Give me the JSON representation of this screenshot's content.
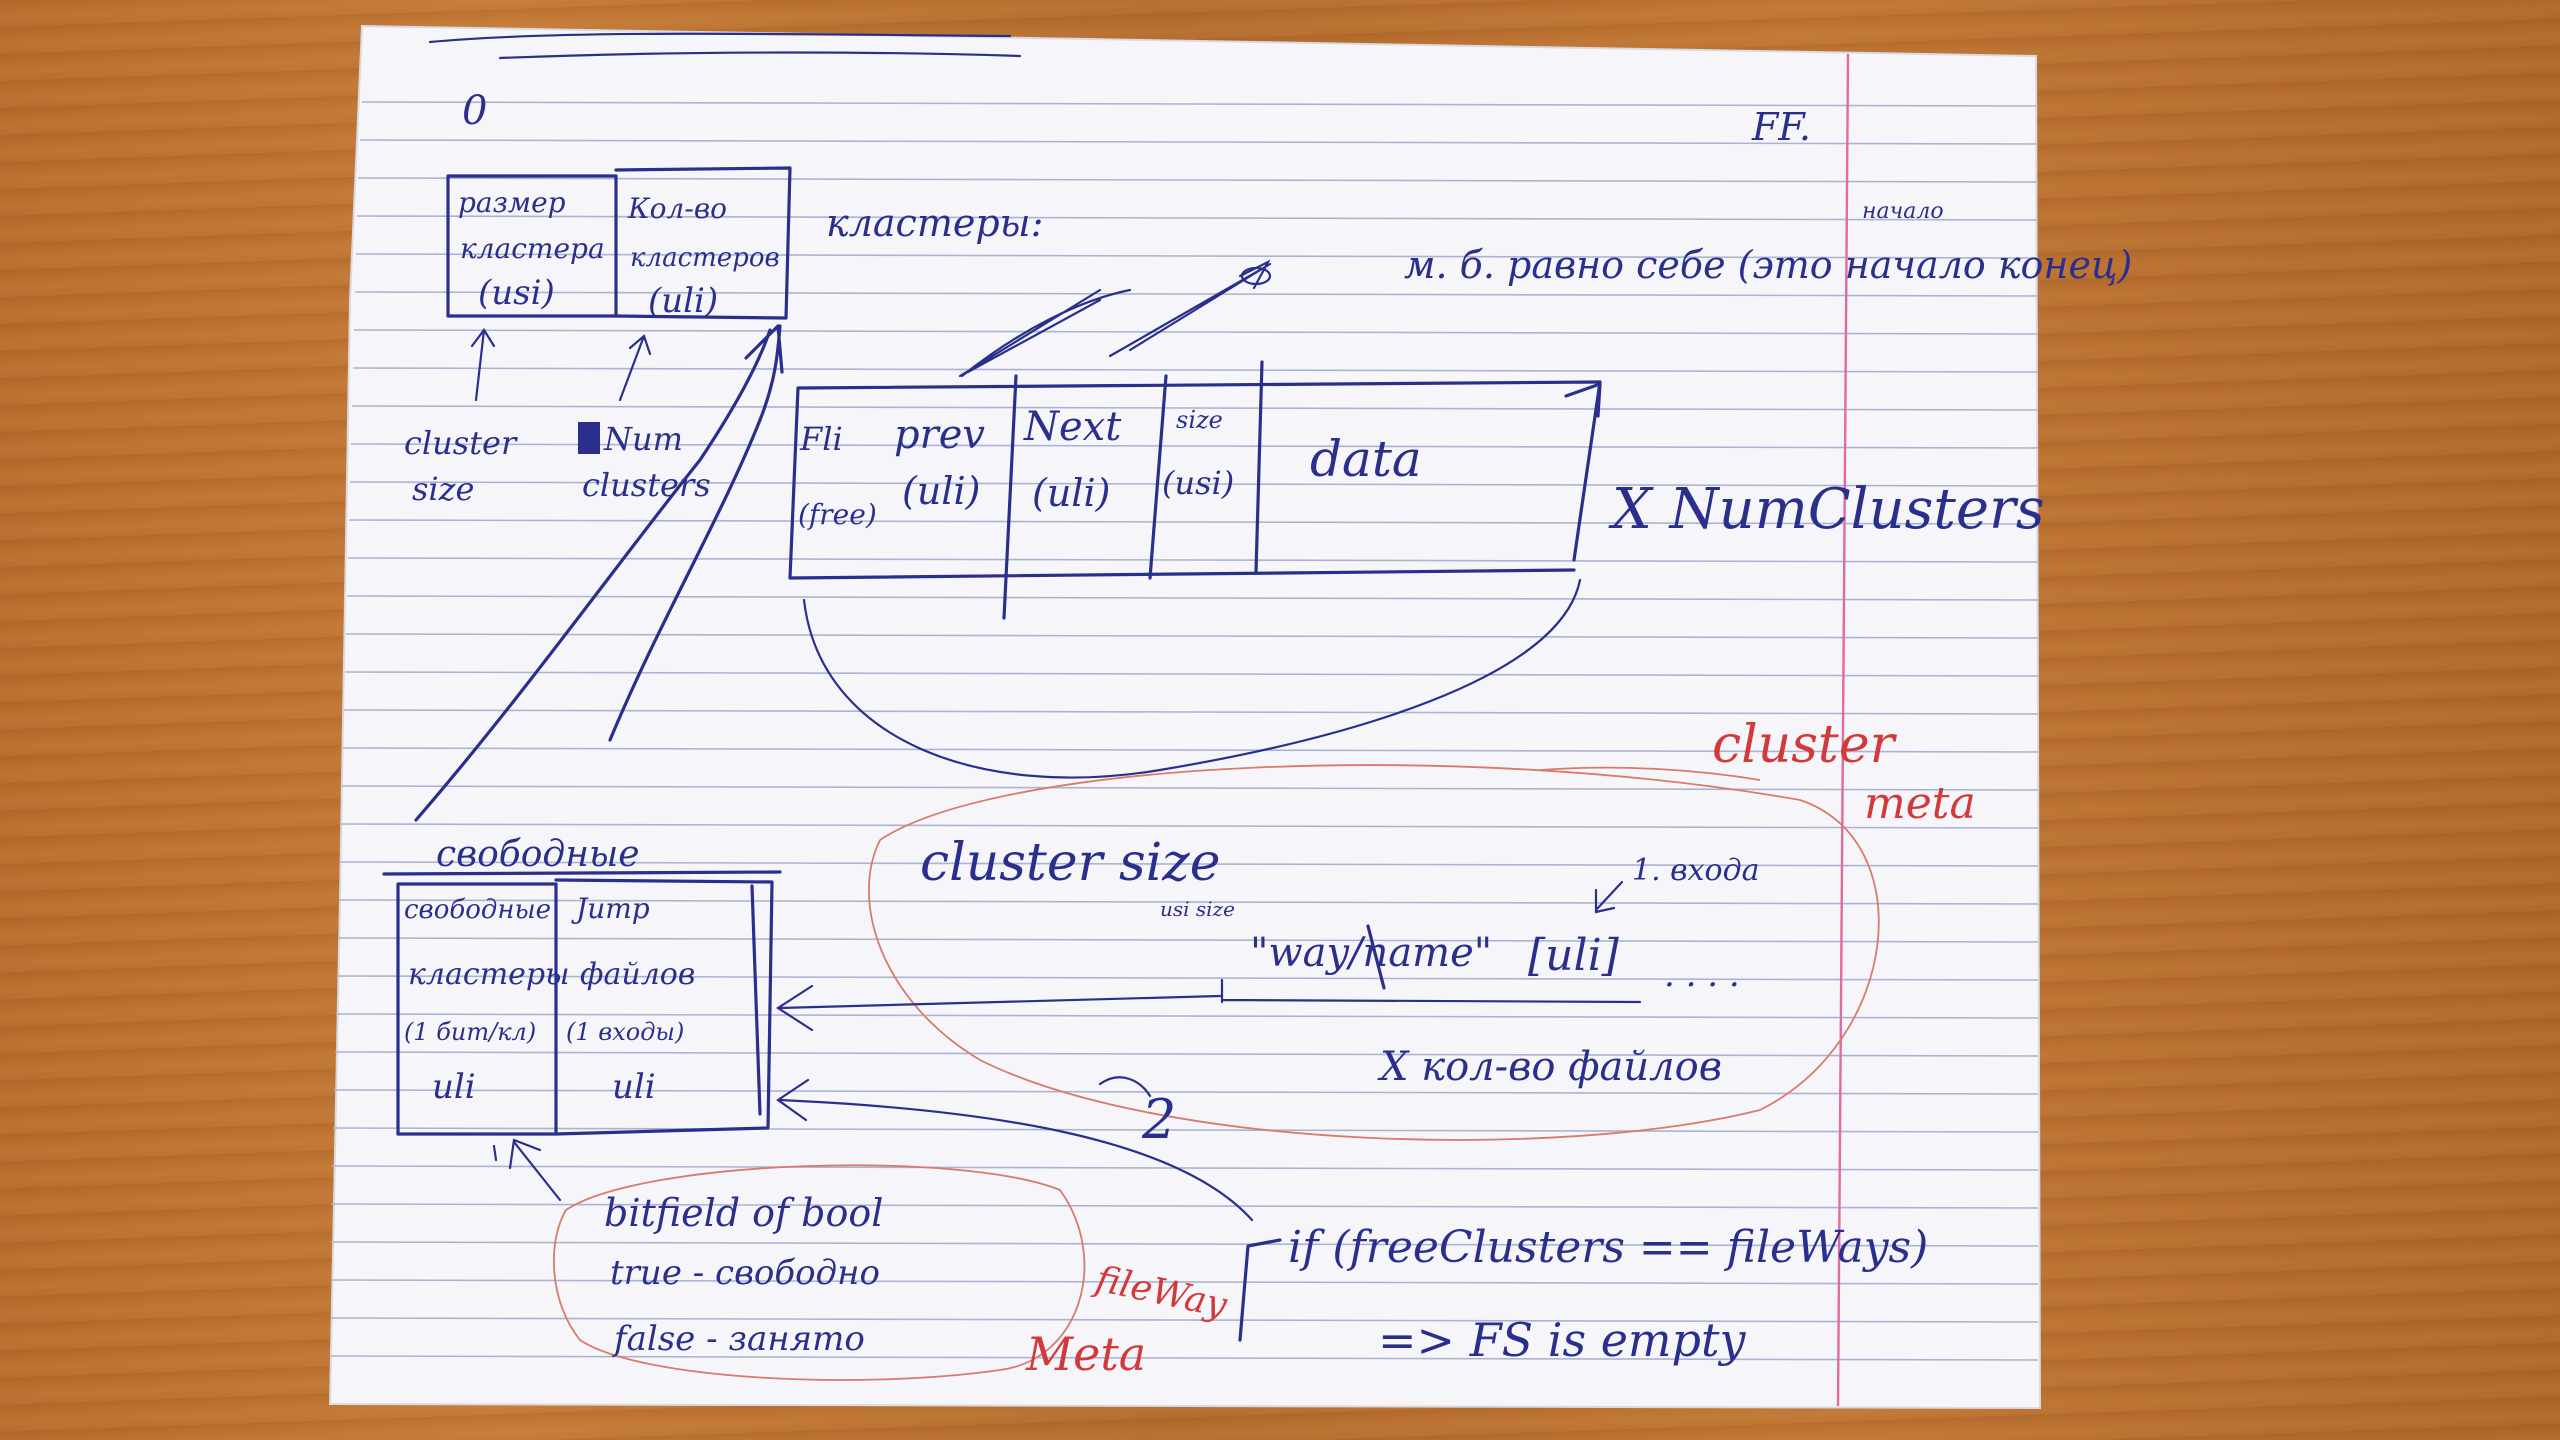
{
  "corner": {
    "top_left": "0",
    "top_right": "FF."
  },
  "header_block": {
    "cell_size_text": [
      "размер",
      "кластера",
      "(usi)"
    ],
    "cell_count_text": [
      "Кол-во",
      "кластеров",
      "(uli)"
    ],
    "heading": "кластеры:",
    "label_cluster_size": [
      "cluster",
      "size"
    ],
    "label_num_clusters": [
      "Num",
      "clusters"
    ]
  },
  "cluster_row": {
    "cells": [
      {
        "lines": [
          "Fli",
          "(free)"
        ]
      },
      {
        "lines": [
          "prev",
          "(uli)"
        ]
      },
      {
        "lines": [
          "Next",
          "(uli)"
        ]
      },
      {
        "lines": [
          "size",
          "(usi)"
        ]
      },
      {
        "lines": [
          "data"
        ]
      }
    ],
    "multiplier": "X NumClusters",
    "note": "м. б. равно себе (это начало конец)",
    "note_corner": "начало"
  },
  "cluster_meta": {
    "title": "cluster",
    "subtitle": "meta"
  },
  "file_entry": {
    "cluster_size": "cluster size",
    "small_left": "usi size",
    "name_field": "\"way/name\"",
    "uli_field": "[uli]",
    "entry_label": "1. входа",
    "ellipsis": ". . . .",
    "times_files": "X кол-во файлов"
  },
  "free_block": {
    "heading": "свободные",
    "left_cell": [
      "свободные",
      "кластеры",
      "(1 бит/кл)",
      "uli"
    ],
    "right_cell": [
      "Jump",
      "файлов",
      "(1 входы)",
      "uli"
    ]
  },
  "bitfield": {
    "line1": "bitfield of bool",
    "line2": "true - свободно",
    "line3": "false - занято"
  },
  "fileway_meta": {
    "line1": "fileWay",
    "line2": "Meta"
  },
  "condition": {
    "line1": "if (freeClusters == fileWays)",
    "line2": "=> FS is empty"
  },
  "marker_two": "2"
}
